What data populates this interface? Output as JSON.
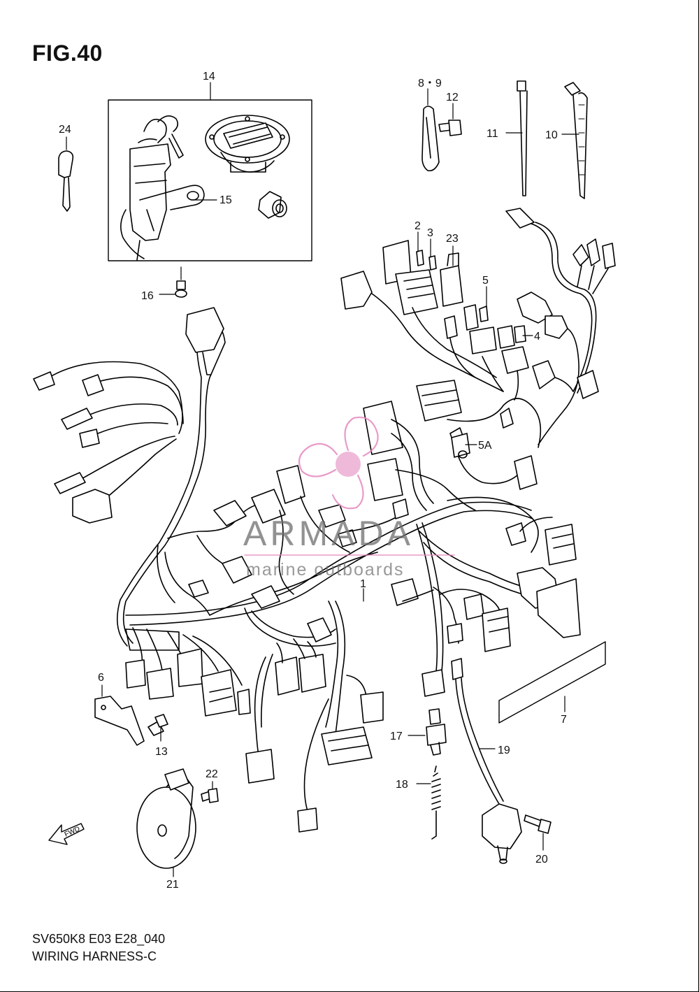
{
  "figure": {
    "title": "FIG.40",
    "model_code": "SV650K8 E03 E28_040",
    "name": "WIRING HARNESS-C"
  },
  "watermark": {
    "brand": "ARMADA",
    "tagline": "marine outboards",
    "colors": {
      "logo": "#e68ac0",
      "text": "#6e6e6e"
    }
  },
  "parts": {
    "p1": "1",
    "p2": "2",
    "p3": "3",
    "p4": "4",
    "p5": "5",
    "p5a": "5A",
    "p6": "6",
    "p7": "7",
    "p8_9": "8・9",
    "p10": "10",
    "p11": "11",
    "p12": "12",
    "p13": "13",
    "p14": "14",
    "p15": "15",
    "p16": "16",
    "p17": "17",
    "p18": "18",
    "p19": "19",
    "p20": "20",
    "p21": "21",
    "p22": "22",
    "p23": "23",
    "p24": "24"
  },
  "fwd_label": "FWD"
}
